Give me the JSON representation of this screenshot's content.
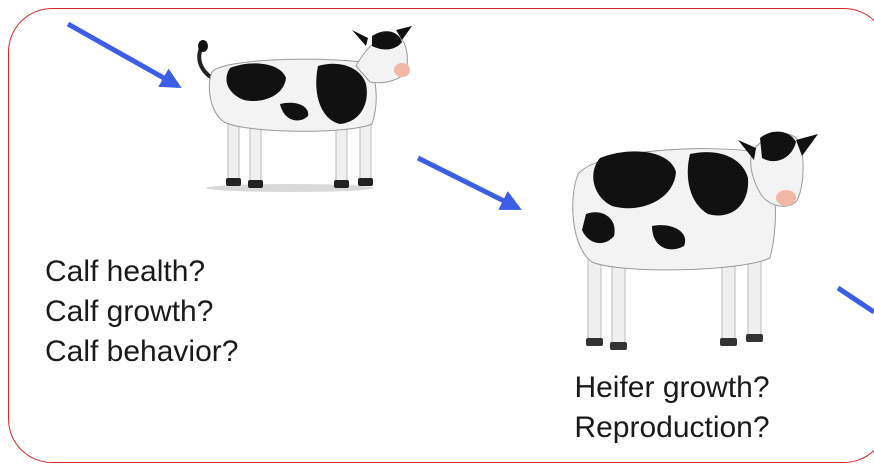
{
  "calf_stage": {
    "questions": [
      "Calf health?",
      "Calf growth?",
      "Calf behavior?"
    ]
  },
  "heifer_stage": {
    "questions": [
      "Heifer growth?",
      "Reproduction?"
    ]
  },
  "colors": {
    "frame_border": "#d22a2a",
    "arrow": "#3b5de7",
    "cow_black": "#111111",
    "cow_white": "#f2f2f2"
  }
}
